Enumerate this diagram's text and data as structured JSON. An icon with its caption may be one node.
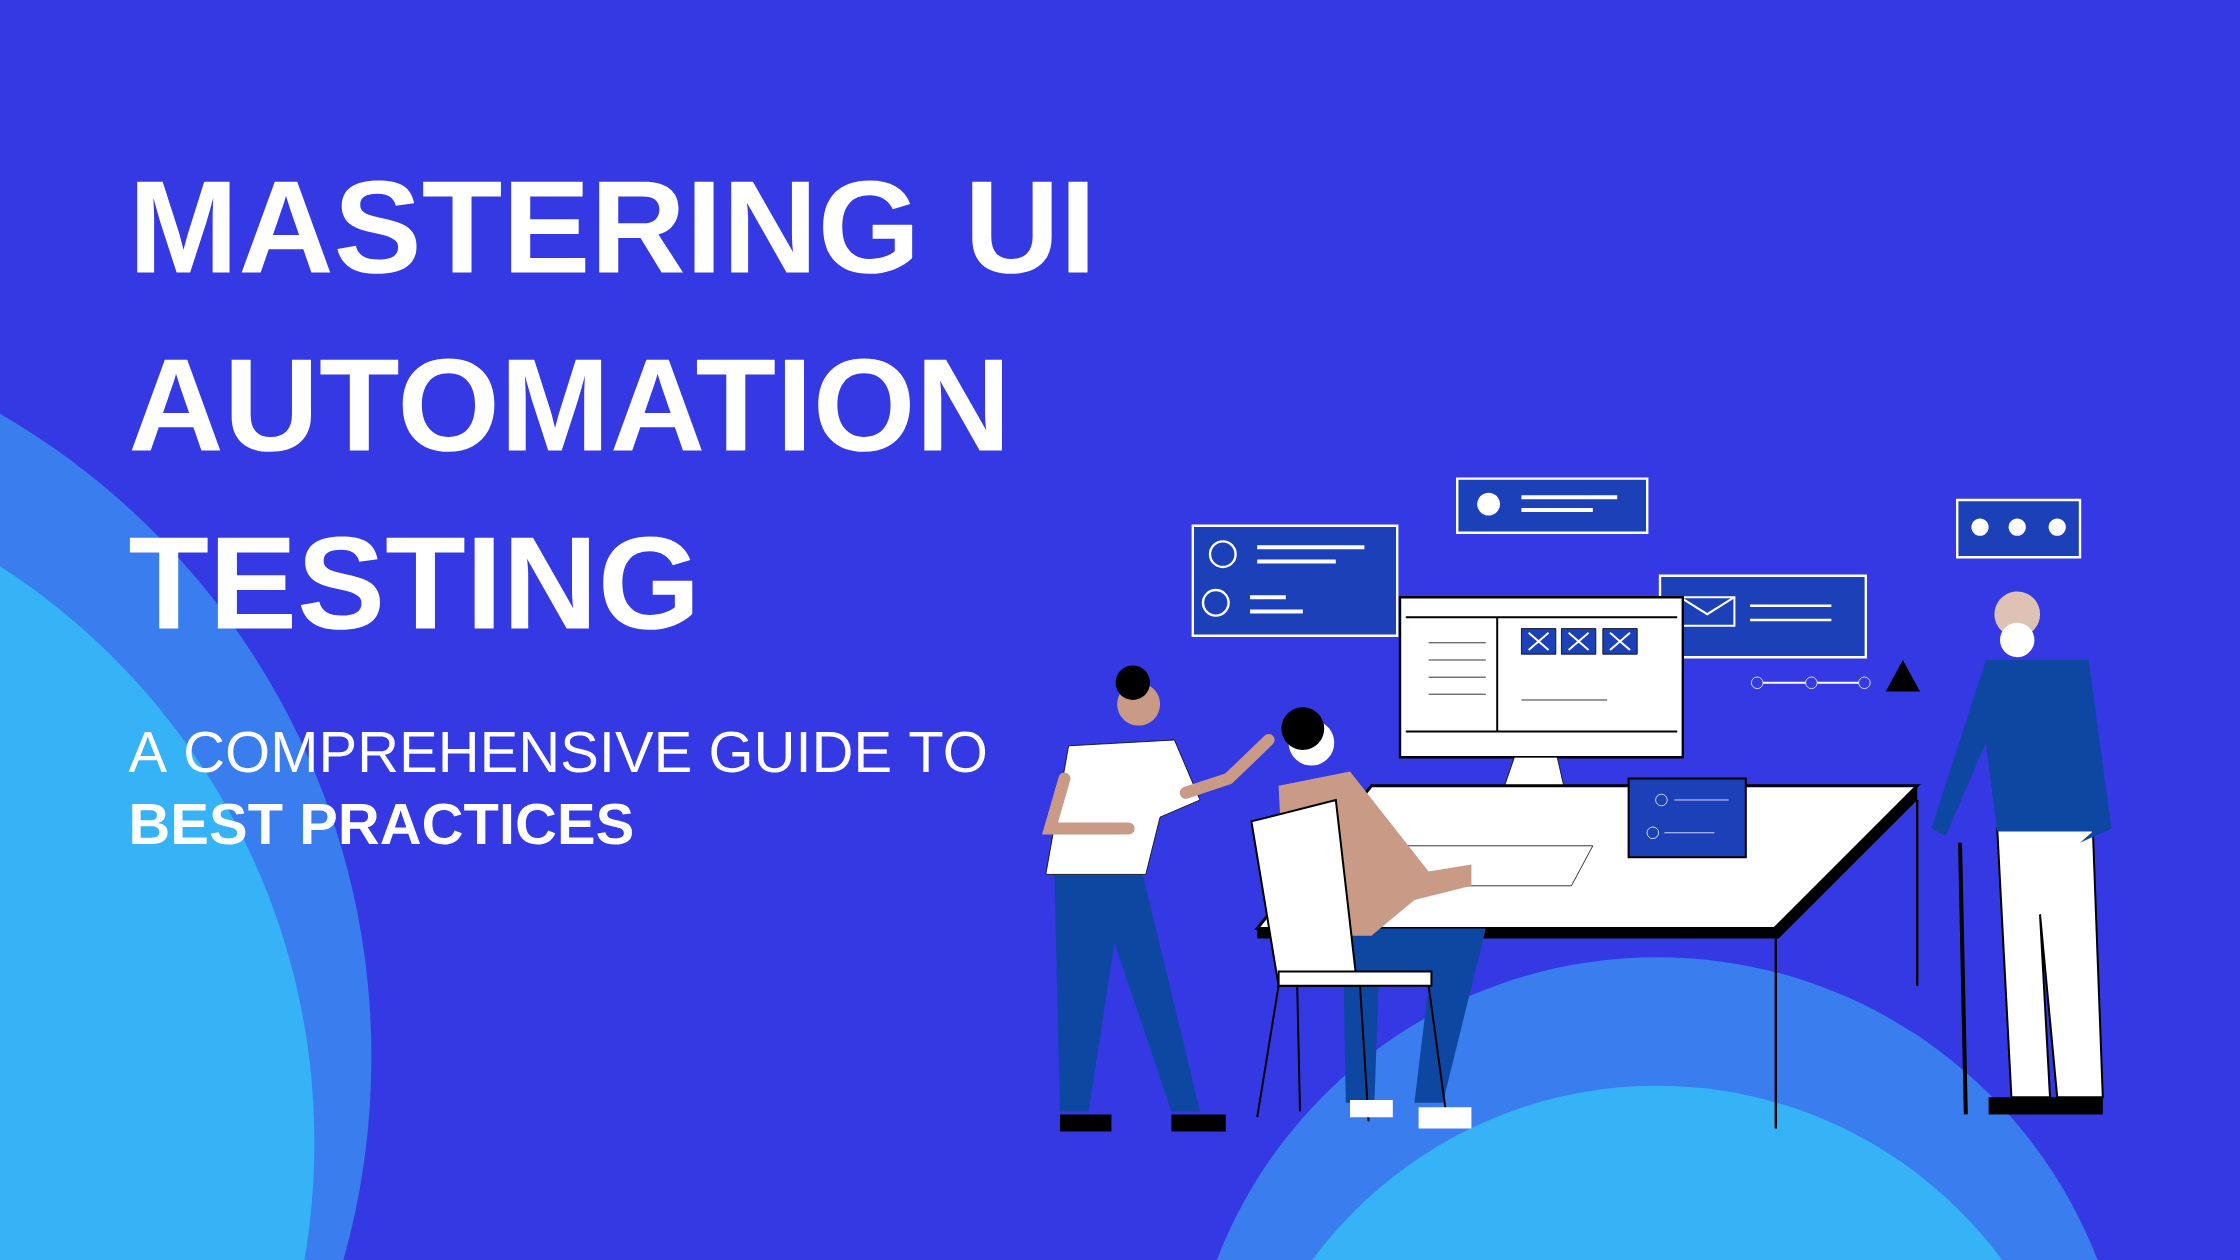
{
  "diagram": {
    "title": "MASTERING UI AUTOMATION TESTING",
    "labels": [
      "A COMPREHENSIVE GUIDE TO",
      "BEST PRACTICES"
    ]
  }
}
